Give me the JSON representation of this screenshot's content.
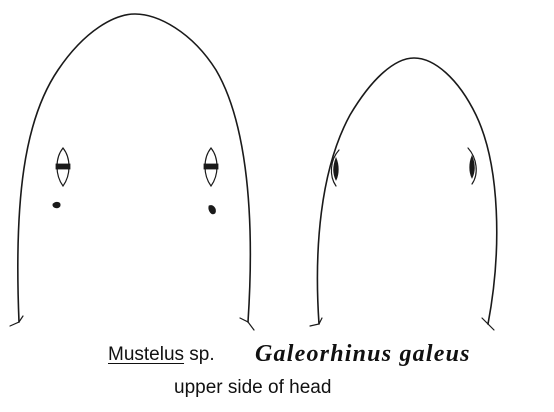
{
  "species": {
    "mustelus": {
      "genus": "Mustelus",
      "suffix": " sp."
    },
    "galeorhinus": {
      "name": "Galeorhinus galeus"
    }
  },
  "caption": "upper side of head"
}
